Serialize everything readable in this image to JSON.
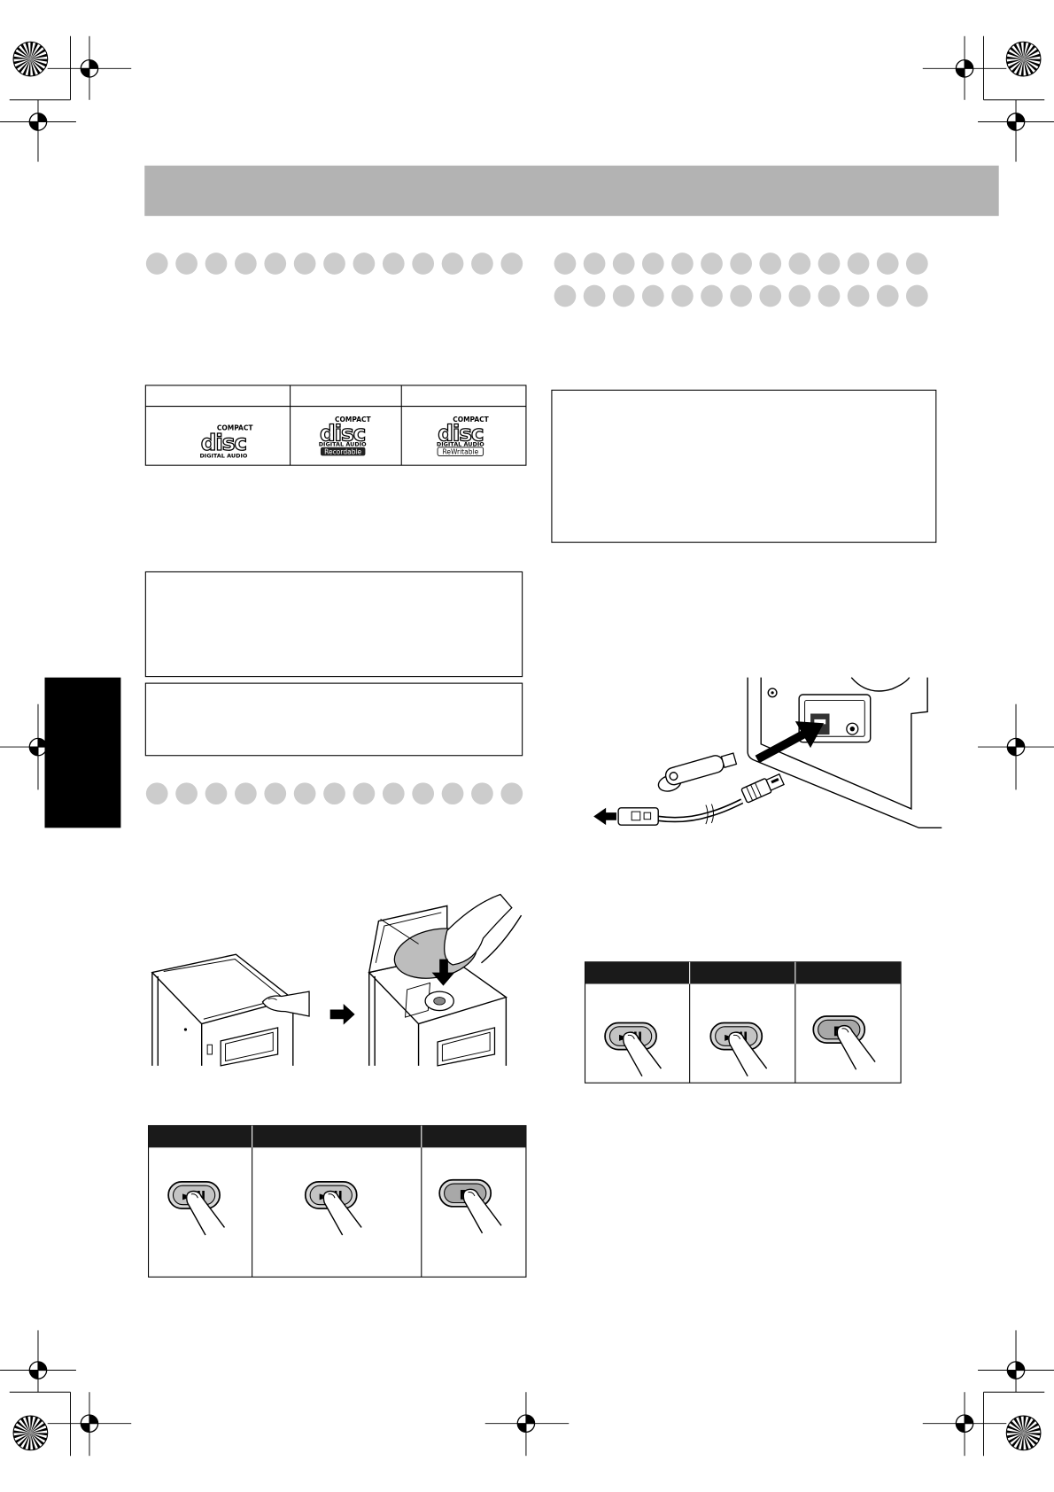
{
  "colors": {
    "header_bar": "#b3b3b3",
    "side_tab": "#000000",
    "placeholder_dot": "#cccccc",
    "table_header": "#1a1a1a",
    "disc_in_illustration": "#bdbdbd"
  },
  "disc_logos": [
    {
      "top": "COMPACT",
      "word": "disc",
      "bottom": "DIGITAL AUDIO"
    },
    {
      "top": "COMPACT",
      "word": "disc",
      "bottom": "DIGITAL AUDIO",
      "badge": "Recordable"
    },
    {
      "top": "COMPACT",
      "word": "disc",
      "bottom": "DIGITAL AUDIO",
      "badge": "ReWritable"
    }
  ],
  "cd_buttons": [
    {
      "icon": "play-pause-icon",
      "symbol": "►/II"
    },
    {
      "icon": "play-pause-icon",
      "symbol": "►/II"
    },
    {
      "icon": "stop-icon",
      "symbol": "■"
    }
  ],
  "usb_buttons": [
    {
      "icon": "play-pause-icon",
      "symbol": "►/II"
    },
    {
      "icon": "play-pause-icon",
      "symbol": "►/II"
    },
    {
      "icon": "stop-icon",
      "symbol": "■"
    }
  ]
}
